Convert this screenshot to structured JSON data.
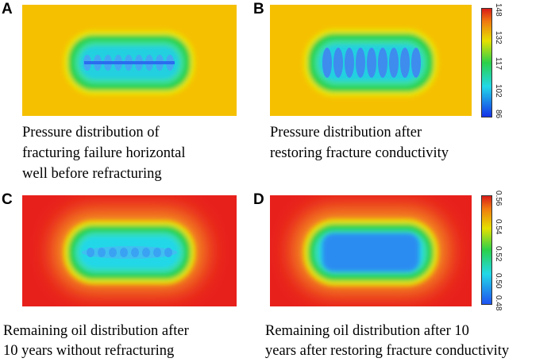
{
  "panels": {
    "A": {
      "letter": "A",
      "caption_lines": [
        "Pressure distribution of",
        "fracturing failure horizontal",
        "well before refracturing"
      ]
    },
    "B": {
      "letter": "B",
      "caption_lines": [
        "Pressure distribution after",
        "restoring fracture conductivity"
      ]
    },
    "C": {
      "letter": "C",
      "caption_lines": [
        "Remaining oil distribution after",
        "10 years without refracturing"
      ]
    },
    "D": {
      "letter": "D",
      "caption_lines": [
        "Remaining oil distribution after 10",
        "years after restoring fracture conductivity"
      ]
    }
  },
  "colorbars": {
    "pressure": {
      "ticks": [
        "148",
        "132",
        "117",
        "102",
        "86"
      ]
    },
    "oil": {
      "ticks": [
        "0.56",
        "0.54",
        "0.52",
        "0.50",
        "0.48"
      ]
    }
  },
  "colors": {
    "background_pressure": "#F5C000",
    "background_oil": "#E8201C",
    "yellow": "#F2D800",
    "green": "#2BD14A",
    "cyan": "#22D8E8",
    "blue": "#1E6BF0"
  }
}
